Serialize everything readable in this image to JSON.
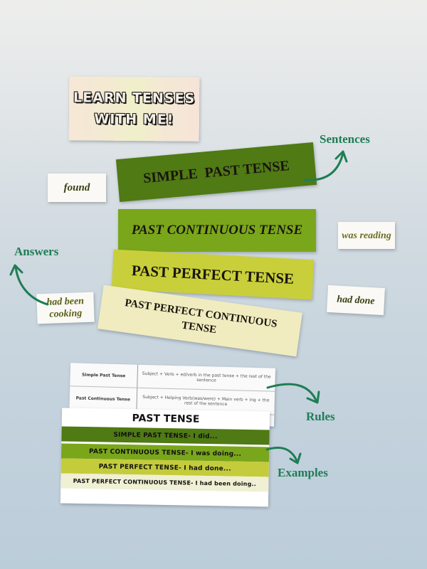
{
  "title_card": {
    "line1": "LEARN TENSES",
    "line2": "WITH ME!"
  },
  "tense_strips": [
    {
      "label": "SIMPLE  PAST TENSE",
      "color": "#4f7a14"
    },
    {
      "label": "PAST CONTINUOUS TENSE",
      "color": "#7aa61c"
    },
    {
      "label": "PAST PERFECT TENSE",
      "color": "#c9cf3a"
    },
    {
      "label": "PAST PERFECT CONTINUOUS TENSE",
      "color": "#f0ecbf"
    }
  ],
  "answers": [
    {
      "text": "found"
    },
    {
      "text": "was reading"
    },
    {
      "text": "had been cooking"
    },
    {
      "text": "had done"
    }
  ],
  "rules": {
    "rows": [
      {
        "name": "Simple Past Tense",
        "formula": "Subject + Verb + ed/verb in the past tense + the rest of the sentence"
      },
      {
        "name": "Past Continuous Tense",
        "formula": "Subject + Helping Verb(was/were) + Main verb + ing + the rest of the sentence"
      }
    ]
  },
  "examples": {
    "title": "PAST TENSE",
    "rows": [
      {
        "text": "SIMPLE PAST TENSE- I did...",
        "color": "#4f7a14"
      },
      {
        "text": "PAST CONTINUOUS TENSE- I was doing...",
        "color": "#7aa61c"
      },
      {
        "text": "PAST PERFECT TENSE- I had done...",
        "color": "#c4cc3c"
      },
      {
        "text": "PAST PERFECT CONTINUOUS TENSE- I had been doing..",
        "color": "#f0f0d4"
      }
    ]
  },
  "annotations": {
    "sentences": "Sentences",
    "answers": "Answers",
    "rules": "Rules",
    "examples": "Examples",
    "color": "#1f7d55"
  }
}
